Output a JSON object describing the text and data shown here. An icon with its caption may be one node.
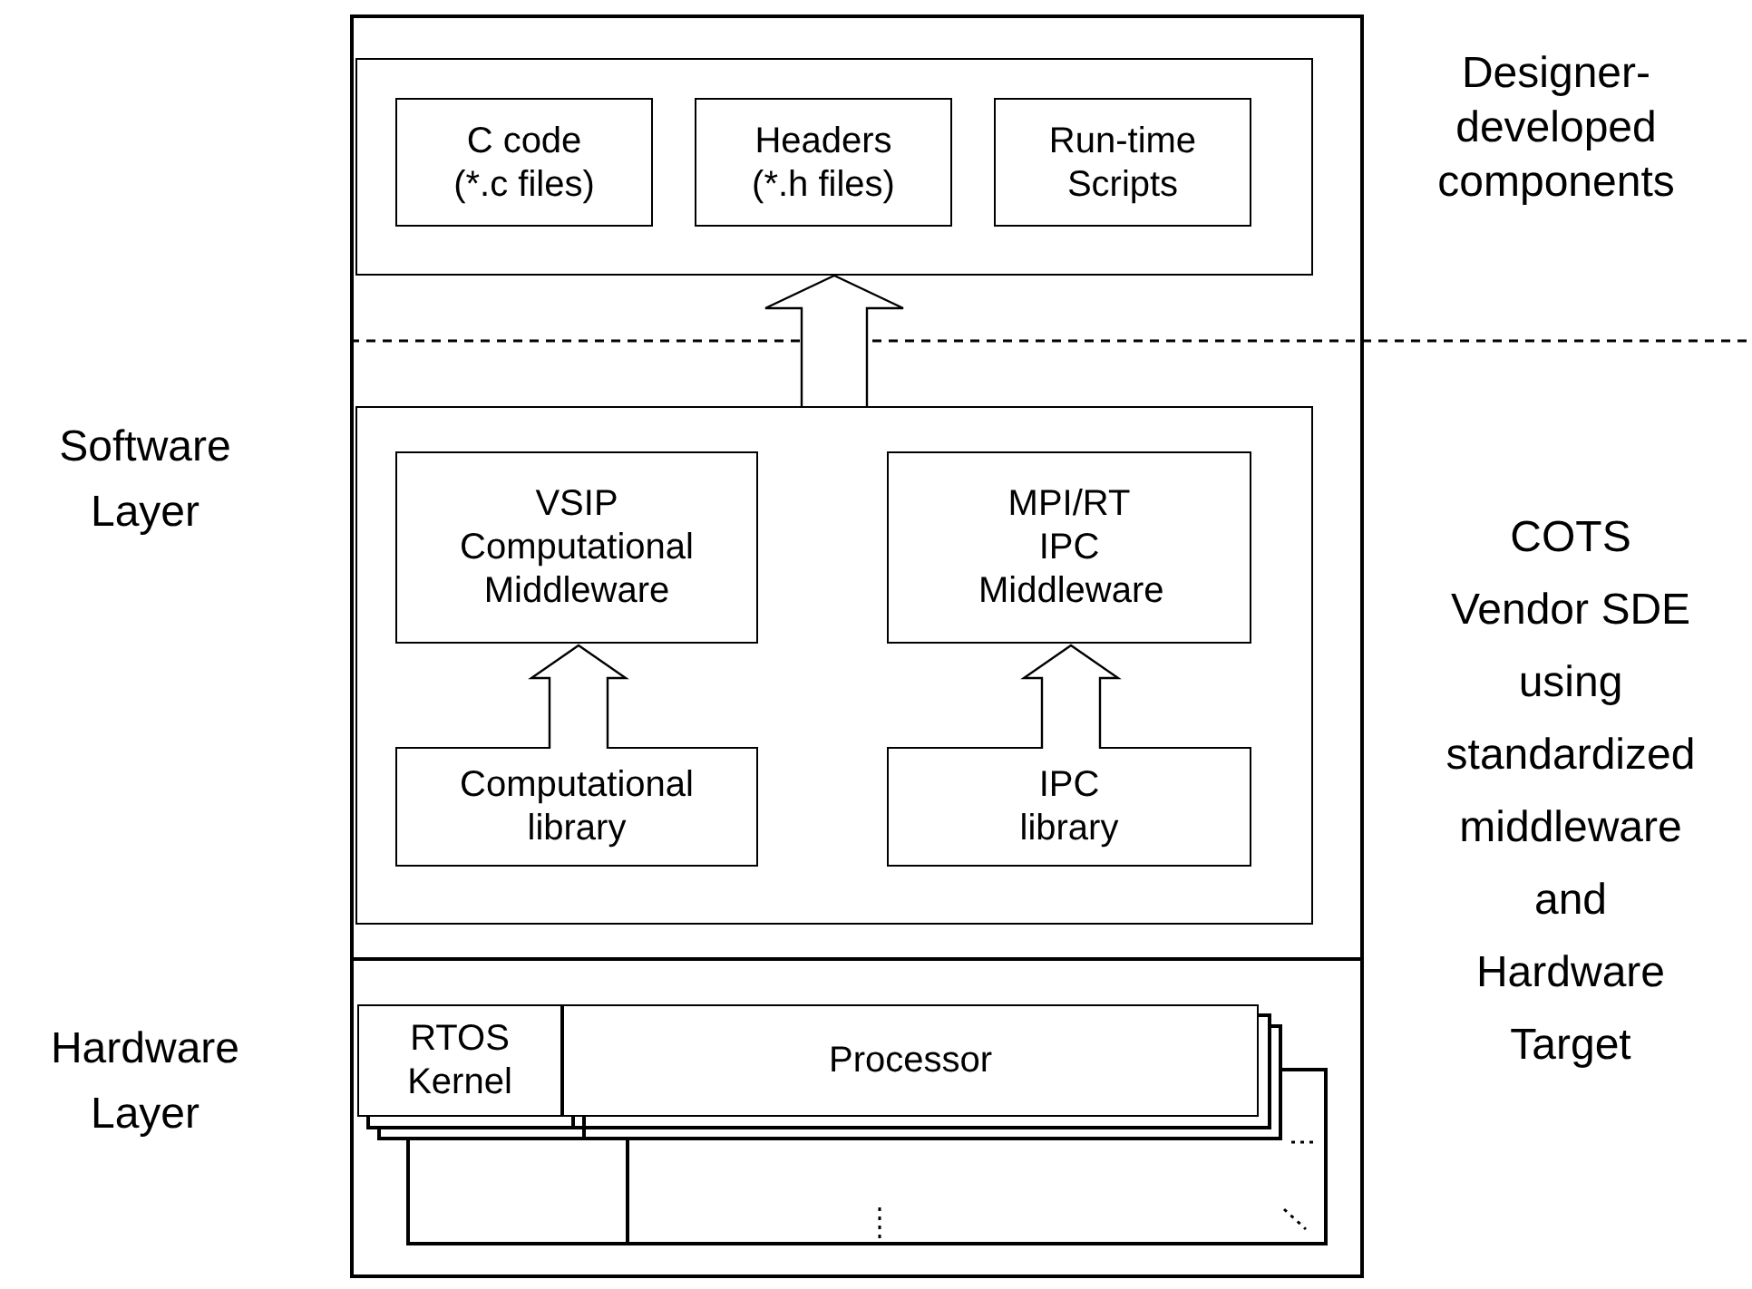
{
  "diagram": {
    "nodes": [
      {
        "text": [],
        "shape": "box"
      },
      {
        "text": [],
        "shape": "box",
        "in": 0
      },
      {
        "text": [
          "C code (*.c files)"
        ],
        "in": 1
      },
      {
        "text": [
          "Headers (*.h files)"
        ],
        "in": 1
      },
      {
        "text": [
          "Run-time Scripts"
        ],
        "in": 1
      },
      {
        "text": [],
        "shape": "box",
        "in": 0
      },
      {
        "text": [
          "VSIP Computational Middleware"
        ],
        "in": 5
      },
      {
        "text": [
          "MPI/RT IPC Middleware"
        ],
        "in": 5
      },
      {
        "text": [
          "Computational library"
        ],
        "in": 5
      },
      {
        "text": [
          "IPC library"
        ],
        "in": 5
      },
      {
        "text": [],
        "shape": "box"
      },
      {
        "text": [
          "RTOS Kernel"
        ],
        "in": 10
      },
      {
        "text": [
          "Processor"
        ],
        "in": 10
      }
    ],
    "edges": [
      {
        "from": 5,
        "to": 1,
        "arrow": "to"
      },
      {
        "from": 8,
        "to": 6,
        "arrow": "to"
      },
      {
        "from": 9,
        "to": 7,
        "arrow": "to"
      }
    ],
    "labels": [
      "Designer-developed components",
      "Software Layer",
      "COTS Vendor SDE using standardized middleware and Hardware Target",
      "Hardware Layer"
    ]
  }
}
